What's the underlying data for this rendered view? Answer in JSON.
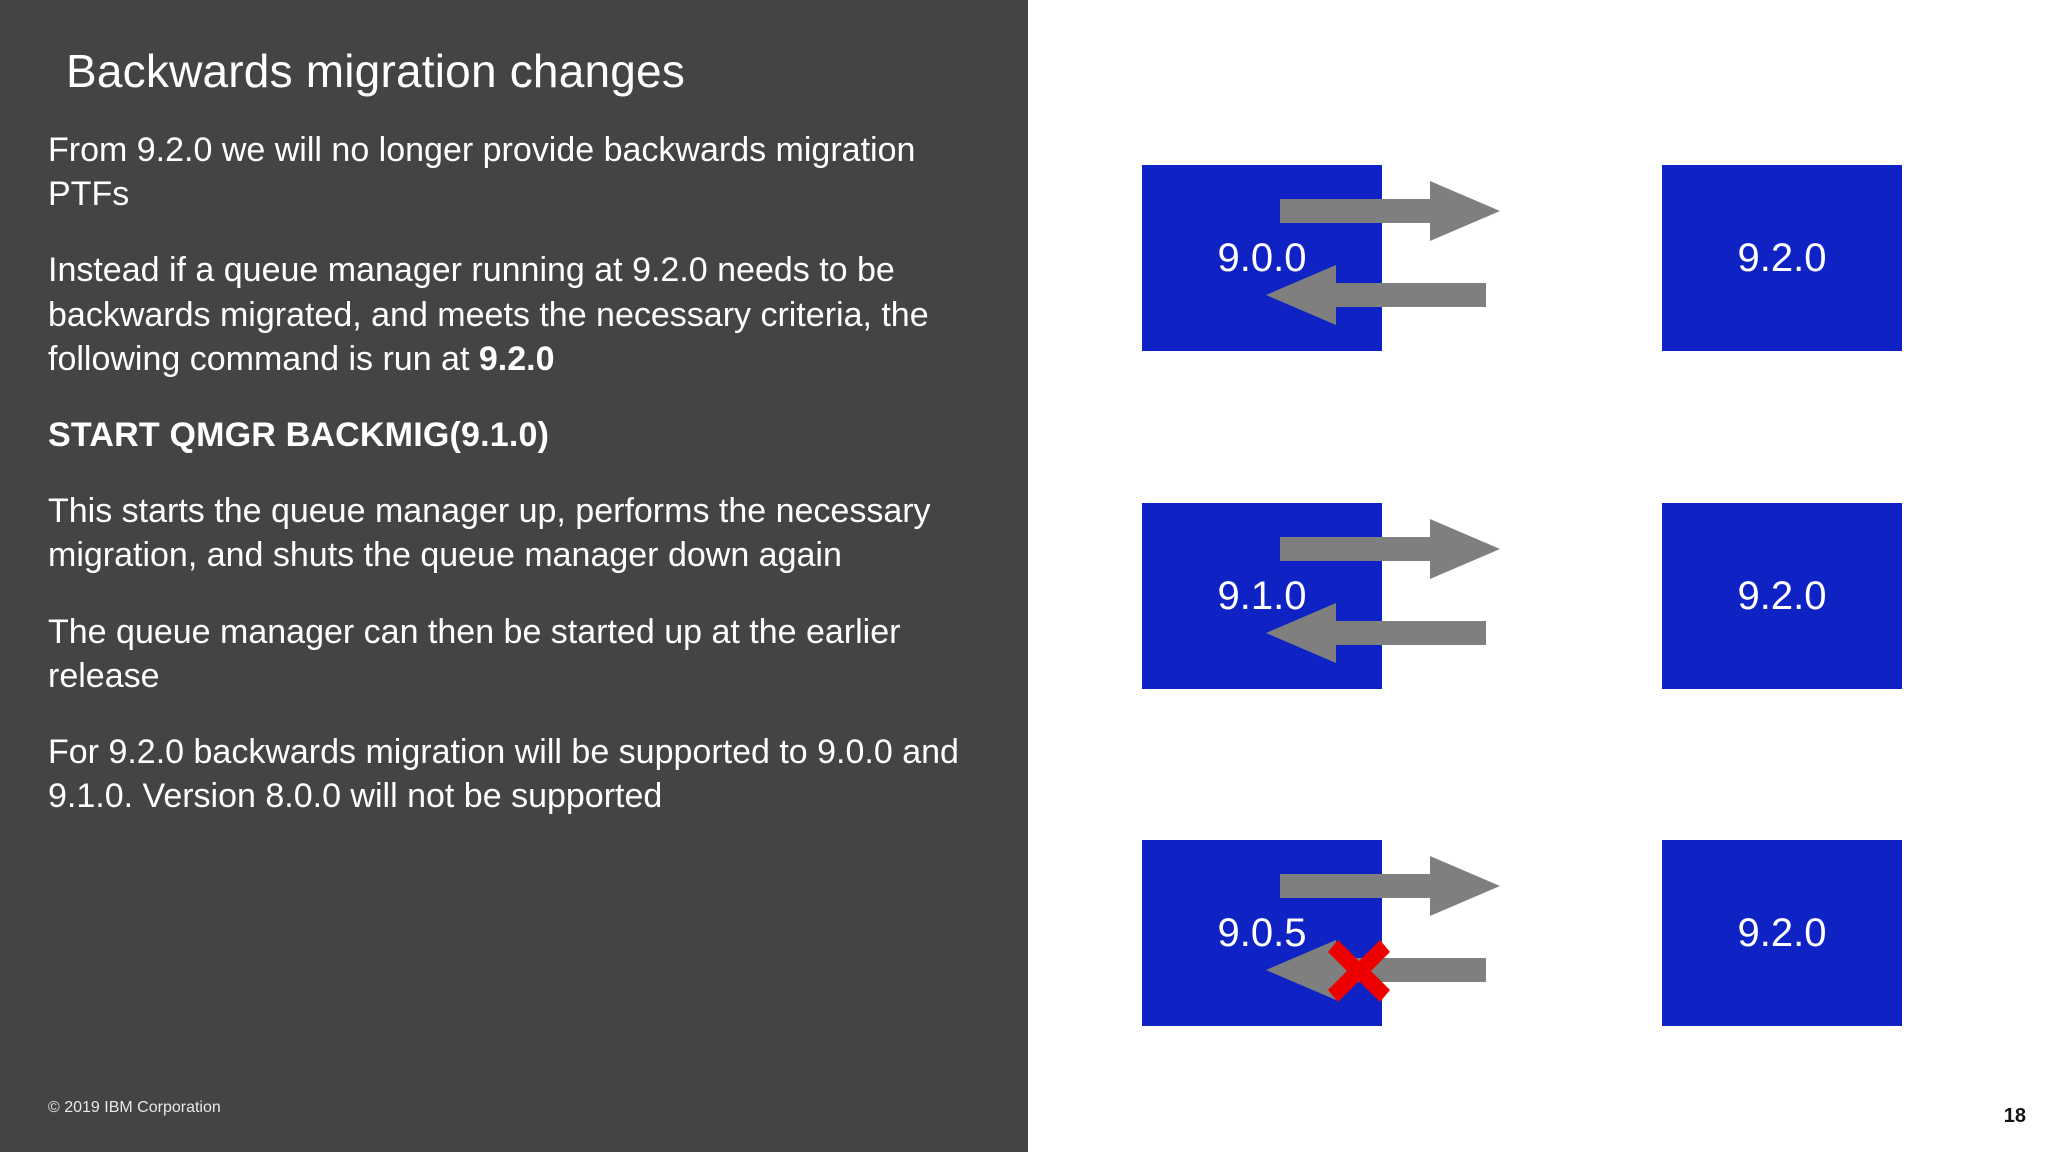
{
  "slide": {
    "title": "Backwards migration changes",
    "page_number": "18",
    "copyright": "© 2019 IBM Corporation",
    "panel_bg": "#444444",
    "text_color": "#ffffff"
  },
  "body": {
    "paragraphs": [
      {
        "id": "p1",
        "bold": false,
        "runs": [
          {
            "text": "From 9.2.0 we will no longer provide backwards migration PTFs",
            "bold": false
          }
        ]
      },
      {
        "id": "p2",
        "bold": false,
        "runs": [
          {
            "text": "Instead if a queue manager running at 9.2.0 needs to be backwards migrated, and meets the necessary criteria, the following command is run at ",
            "bold": false
          },
          {
            "text": "9.2.0",
            "bold": true
          }
        ]
      },
      {
        "id": "p3-command",
        "bold": true,
        "runs": [
          {
            "text": "START QMGR BACKMIG(9.1.0)",
            "bold": true
          }
        ]
      },
      {
        "id": "p4",
        "bold": false,
        "runs": [
          {
            "text": "This starts the queue manager up, performs the necessary migration, and shuts the queue manager down again",
            "bold": false
          }
        ]
      },
      {
        "id": "p5",
        "bold": false,
        "runs": [
          {
            "text": "The queue manager can then be started up at the earlier release",
            "bold": false
          }
        ]
      },
      {
        "id": "p6",
        "bold": false,
        "runs": [
          {
            "text": "For 9.2.0 backwards migration will be supported to 9.0.0 and 9.1.0. Version 8.0.0 will not be supported",
            "bold": false
          }
        ]
      }
    ]
  },
  "diagram": {
    "box_color": "#0f23c4",
    "box_text_color": "#ffffff",
    "arrow_color": "#7f7f7f",
    "blocked_color": "#ee0000",
    "rows": [
      {
        "id": "row-9-0-0",
        "left_label": "9.0.0",
        "right_label": "9.2.0",
        "forward_arrow": "arrow-right",
        "backward_arrow": "arrow-left",
        "backward_blocked": false
      },
      {
        "id": "row-9-1-0",
        "left_label": "9.1.0",
        "right_label": "9.2.0",
        "forward_arrow": "arrow-right",
        "backward_arrow": "arrow-left",
        "backward_blocked": false
      },
      {
        "id": "row-9-0-5",
        "left_label": "9.0.5",
        "right_label": "9.2.0",
        "forward_arrow": "arrow-right",
        "backward_arrow": "arrow-left",
        "backward_blocked": true
      }
    ]
  }
}
